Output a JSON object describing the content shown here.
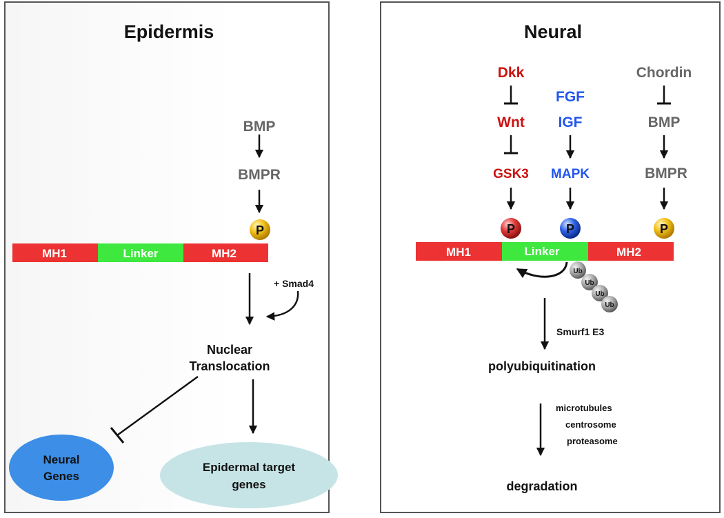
{
  "colors": {
    "domain_red": "#ec3232",
    "linker_green": "#3ee83e",
    "gray_text": "#666666",
    "red_text": "#cc1111",
    "blue_text": "#2255ee",
    "neural_genes_fill": "#3c8ee6",
    "epidermal_fill": "#c6e4e6",
    "phospho_gold": "#f2c018",
    "phospho_red": "#e23a3a",
    "phospho_blue": "#2f64e8",
    "ubiquitin_gray": "#a9a9a9"
  },
  "epidermis": {
    "title": "Epidermis",
    "bmp": "BMP",
    "bmpr": "BMPR",
    "phospho": "P",
    "smad_domains": [
      "MH1",
      "Linker",
      "MH2"
    ],
    "smad4": "+ Smad4",
    "nuclear": "Nuclear",
    "translocation": "Translocation",
    "neural_genes_line1": "Neural",
    "neural_genes_line2": "Genes",
    "epidermal_line1": "Epidermal target",
    "epidermal_line2": "genes"
  },
  "neural": {
    "title": "Neural",
    "dkk": "Dkk",
    "wnt": "Wnt",
    "gsk3": "GSK3",
    "fgf": "FGF",
    "igf": "IGF",
    "mapk": "MAPK",
    "chordin": "Chordin",
    "bmp": "BMP",
    "bmpr": "BMPR",
    "phospho": "P",
    "smad_domains": [
      "MH1",
      "Linker",
      "MH2"
    ],
    "ubiquitin": [
      "Ub",
      "Ub",
      "Ub",
      "Ub"
    ],
    "smurf": "Smurf1 E3",
    "polyubiquitination": "polyubiquitination",
    "degradation_factors": [
      "microtubules",
      "centrosome",
      "proteasome"
    ],
    "degradation": "degradation"
  }
}
